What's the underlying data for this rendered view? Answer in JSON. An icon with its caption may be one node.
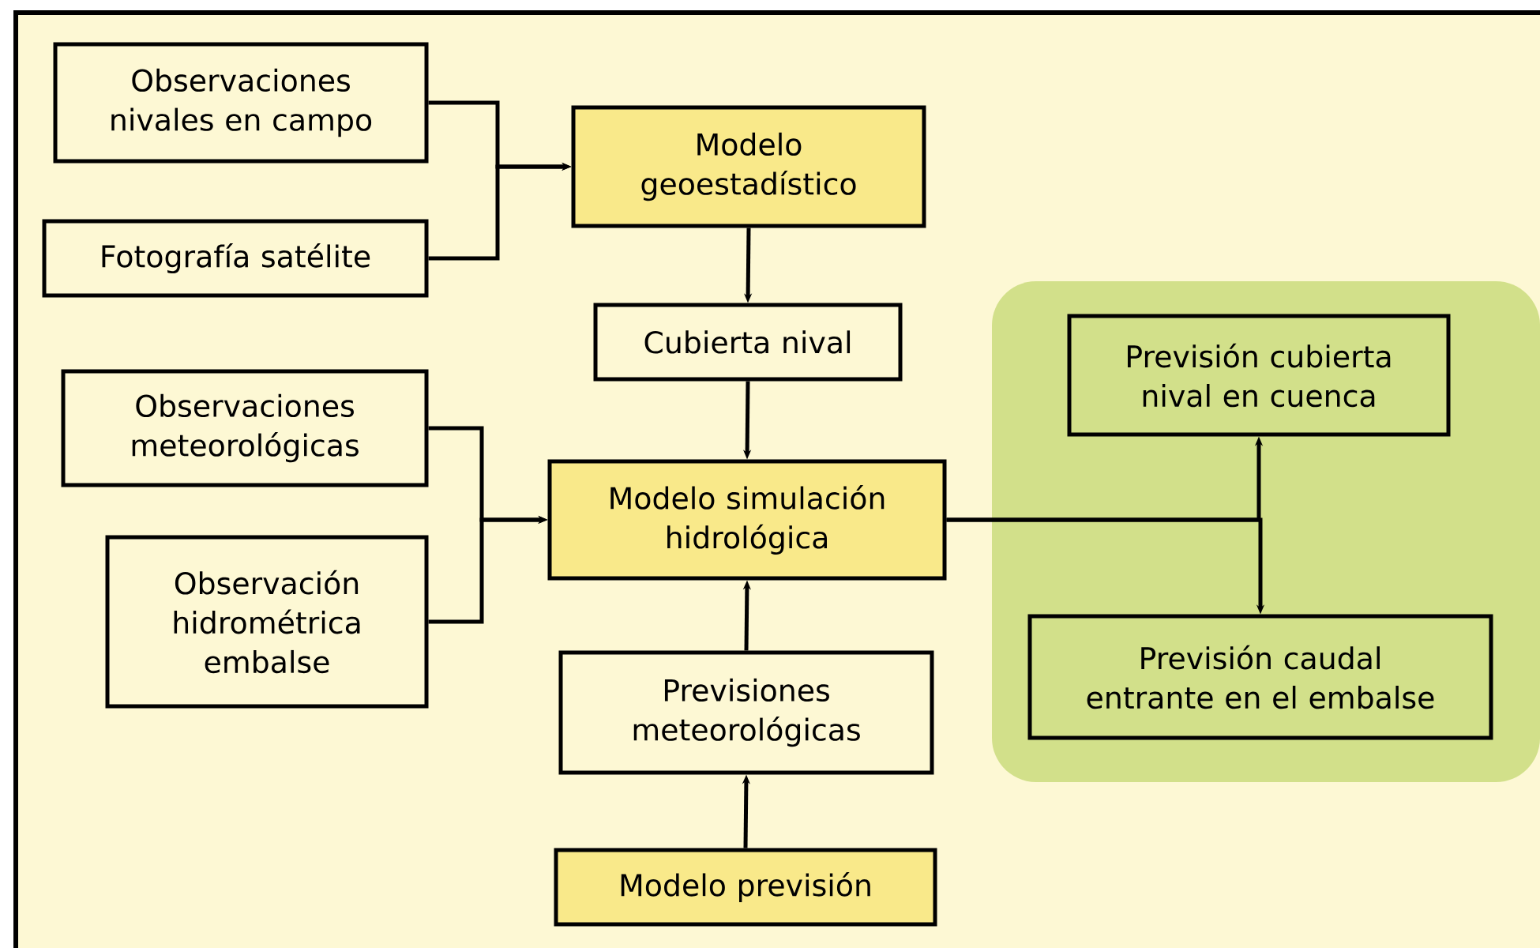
{
  "diagram": {
    "nodes": [
      {
        "text": [
          "Observaciones nivales en campo"
        ]
      },
      {
        "text": [
          "Fotografía satélite"
        ]
      },
      {
        "text": [
          "Modelo geoestadístico"
        ]
      },
      {
        "text": [
          "Cubierta nival"
        ]
      },
      {
        "text": [
          "Observaciones meteorológicas"
        ]
      },
      {
        "text": [
          "Observación hidrométrica embalse"
        ]
      },
      {
        "text": [
          "Modelo simulación hidrológica"
        ]
      },
      {
        "text": [
          "Previsiones meteorológicas"
        ]
      },
      {
        "text": [
          "Modelo previsión"
        ]
      },
      {
        "text": [],
        "shape": "box"
      },
      {
        "text": [
          "Previsión cubierta nival en cuenca"
        ],
        "in": 9
      },
      {
        "text": [
          "Previsión caudal entrante en el embalse"
        ],
        "in": 9
      }
    ],
    "edges": [
      {
        "from": 0,
        "to": 2,
        "arrow": "to"
      },
      {
        "from": 1,
        "to": 2,
        "arrow": "to"
      },
      {
        "from": 2,
        "to": 3,
        "arrow": "to"
      },
      {
        "from": 3,
        "to": 6,
        "arrow": "to"
      },
      {
        "from": 4,
        "to": 6,
        "arrow": "to"
      },
      {
        "from": 5,
        "to": 6,
        "arrow": "to"
      },
      {
        "from": 7,
        "to": 6,
        "arrow": "to"
      },
      {
        "from": 8,
        "to": 7,
        "arrow": "to"
      },
      {
        "from": 6,
        "to": 10,
        "arrow": "to"
      },
      {
        "from": 6,
        "to": 11,
        "arrow": "to"
      }
    ]
  }
}
